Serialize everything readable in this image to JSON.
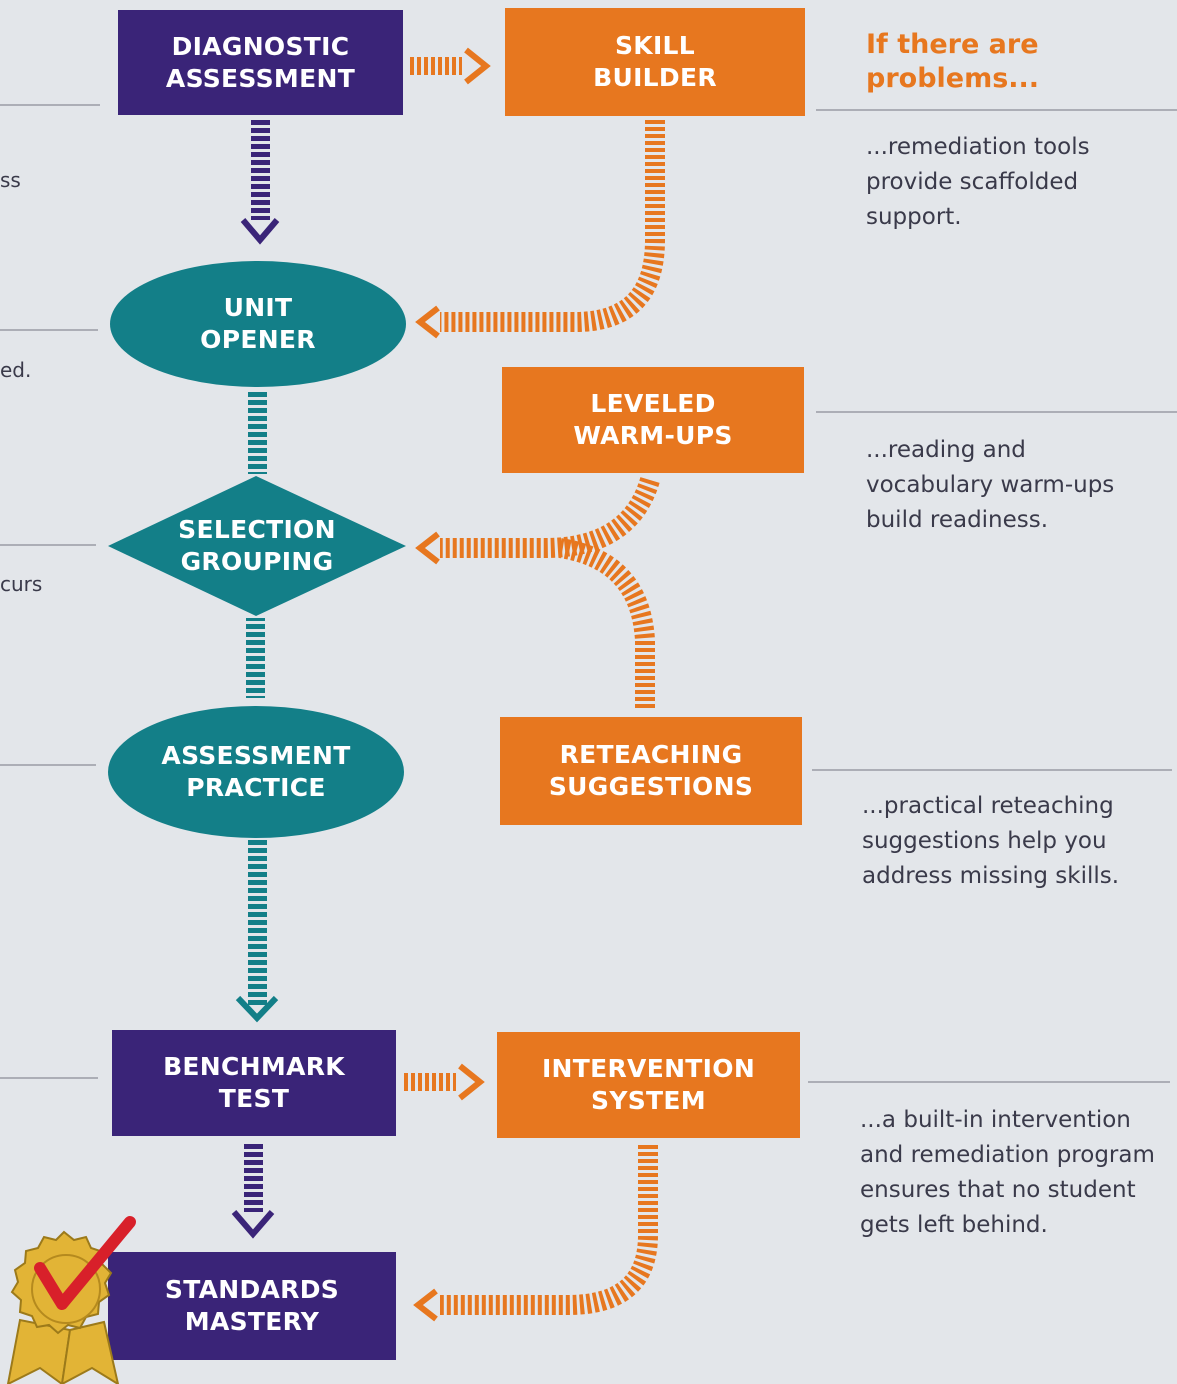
{
  "nodes": {
    "diagnostic": "DIAGNOSTIC\nASSESSMENT",
    "skill_builder": "SKILL\nBUILDER",
    "unit_opener": "UNIT\nOPENER",
    "leveled_warmups": "LEVELED\nWARM-UPS",
    "selection_grouping": "SELECTION\nGROUPING",
    "assessment_practice": "ASSESSMENT\nPRACTICE",
    "reteaching": "RETEACHING\nSUGGESTIONS",
    "benchmark": "BENCHMARK\nTEST",
    "intervention": "INTERVENTION\nSYSTEM",
    "standards": "STANDARDS\nMASTERY"
  },
  "sidebar": {
    "heading": "If there are\nproblems...",
    "notes": [
      "...remediation tools\nprovide scaffolded\nsupport.",
      "...reading and\nvocabulary warm-ups\nbuild readiness.",
      "...practical reteaching\nsuggestions help you\naddress missing skills.",
      "...a built-in intervention\nand remediation program\nensures that no student\ngets left behind."
    ]
  },
  "left_fragments": [
    "ss",
    "ed.",
    "curs"
  ],
  "colors": {
    "purple": "#3a2478",
    "orange": "#e7771f",
    "teal": "#137f88",
    "gold": "#e2b436",
    "check": "#d8202a",
    "rule": "#9a9ca4"
  }
}
